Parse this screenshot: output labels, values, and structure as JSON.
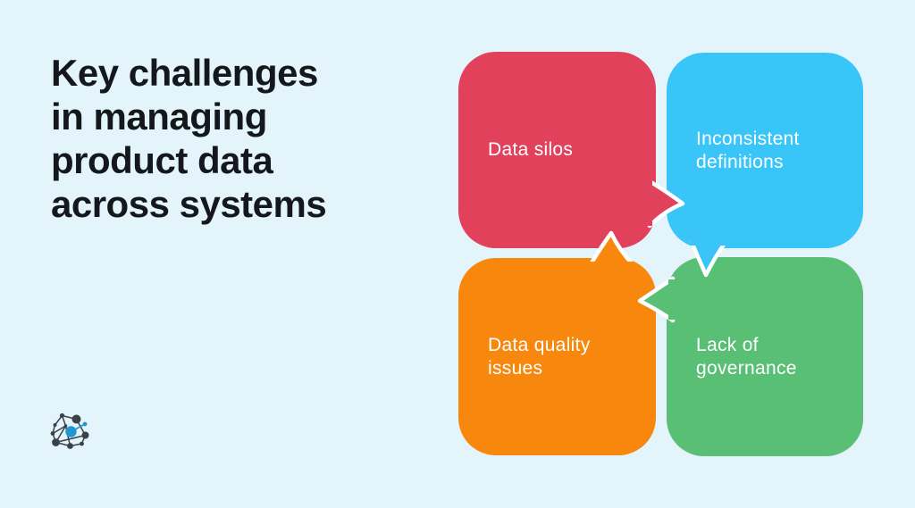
{
  "background_color": "#e4f4fb",
  "title": {
    "text": "Key challenges in managing product data across systems",
    "color": "#14181c",
    "lines": [
      "Key challenges",
      "in managing",
      "product data",
      "across systems"
    ]
  },
  "bubbles": [
    {
      "id": "data-silos",
      "label": "Data silos",
      "color": "#e2415c",
      "text_color": "#ffffff",
      "position": "top-left",
      "tail_direction": "right"
    },
    {
      "id": "inconsistent-definitions",
      "label": "Inconsistent definitions",
      "color": "#39c5f8",
      "text_color": "#ffffff",
      "position": "top-right",
      "tail_direction": "down"
    },
    {
      "id": "data-quality-issues",
      "label": "Data quality issues",
      "color": "#f7880d",
      "text_color": "#ffffff",
      "position": "bottom-left",
      "tail_direction": "up"
    },
    {
      "id": "lack-of-governance",
      "label": "Lack of governance",
      "color": "#58bf74",
      "text_color": "#ffffff",
      "position": "bottom-right",
      "tail_direction": "left"
    }
  ],
  "logo": {
    "name": "network-graph-logo",
    "dark_color": "#3a4147",
    "accent_color": "#2196d3"
  }
}
